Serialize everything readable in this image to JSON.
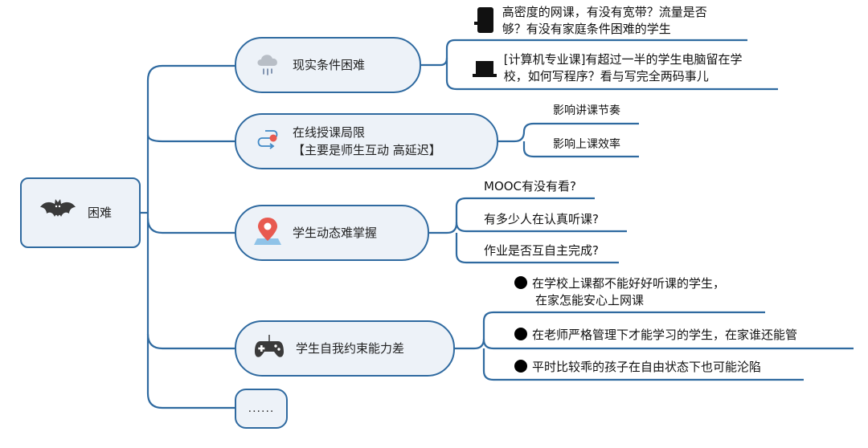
{
  "root": {
    "label": "困难",
    "icon": "bat-icon"
  },
  "branches": [
    {
      "label_lines": [
        "现实条件困难"
      ],
      "icon": "cloud-rain-icon",
      "leaves": [
        {
          "icon": "phone-icon",
          "lines": [
            "高密度的网课，有没有宽带？流量是否",
            "够？有没有家庭条件困难的学生"
          ]
        },
        {
          "icon": "laptop-icon",
          "lines": [
            "[计算机专业课]有超过一半的学生电脑留在学",
            "校，如何写程序？看与写完全两码事儿"
          ]
        }
      ]
    },
    {
      "label_lines": [
        "在线授课局限",
        "【主要是师生互动 高延迟】"
      ],
      "icon": "route-icon",
      "leaves": [
        {
          "lines": [
            "影响讲课节奏"
          ]
        },
        {
          "lines": [
            "影响上课效率"
          ]
        }
      ]
    },
    {
      "label_lines": [
        "学生动态难掌握"
      ],
      "icon": "map-pin-icon",
      "leaves": [
        {
          "lines": [
            "MOOC有没有看?"
          ]
        },
        {
          "lines": [
            "有多少人在认真听课?"
          ]
        },
        {
          "lines": [
            "作业是否互自主完成?"
          ]
        }
      ]
    },
    {
      "label_lines": [
        "学生自我约束能力差"
      ],
      "icon": "gamepad-icon",
      "leaves": [
        {
          "icon": "bullet-icon",
          "lines": [
            "在学校上课都不能好好听课的学生，",
            "在家怎能安心上网课"
          ]
        },
        {
          "icon": "bullet-icon",
          "lines": [
            "在老师严格管理下才能学习的学生，在家谁还能管"
          ]
        },
        {
          "icon": "bullet-icon",
          "lines": [
            "平时比较乖的孩子在自由状态下也可能沦陷"
          ]
        }
      ]
    },
    {
      "label_lines": [
        "......"
      ]
    }
  ],
  "colors": {
    "line": "#2f6aa0",
    "node_fill": "#edf2f8",
    "pin": "#e85a50",
    "bat": "#3a3a3a"
  }
}
